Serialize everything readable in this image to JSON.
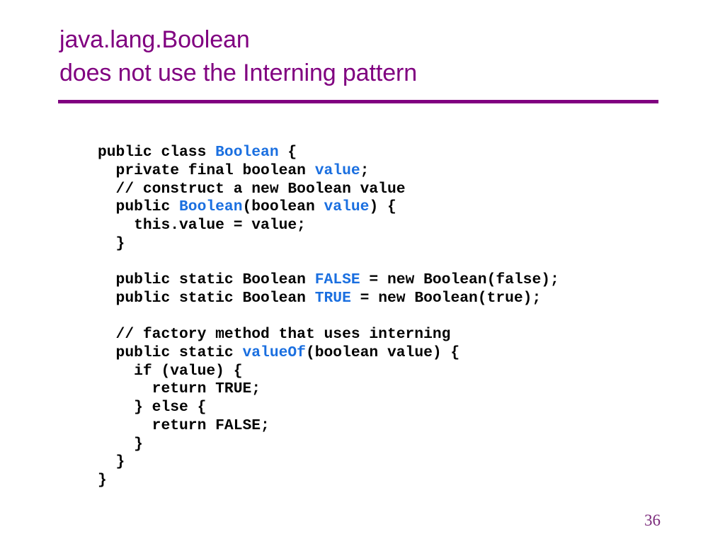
{
  "slide": {
    "background_color": "#ffffff",
    "accent_color": "#800080",
    "keyword_color": "#1a6fe0",
    "text_color": "#000000",
    "page_number": "36",
    "title": {
      "line1": "java.lang.Boolean",
      "line2": "does not use the Interning pattern"
    },
    "code": {
      "language": "java",
      "lines": [
        {
          "tokens": [
            {
              "t": "public class ",
              "c": "plain"
            },
            {
              "t": "Boolean",
              "c": "kw"
            },
            {
              "t": " {",
              "c": "plain"
            }
          ]
        },
        {
          "tokens": [
            {
              "t": "  private final boolean ",
              "c": "plain"
            },
            {
              "t": "value",
              "c": "kw"
            },
            {
              "t": ";",
              "c": "plain"
            }
          ]
        },
        {
          "tokens": [
            {
              "t": "  // construct a new Boolean value",
              "c": "plain"
            }
          ]
        },
        {
          "tokens": [
            {
              "t": "  public ",
              "c": "plain"
            },
            {
              "t": "Boolean",
              "c": "kw"
            },
            {
              "t": "(boolean ",
              "c": "plain"
            },
            {
              "t": "value",
              "c": "kw"
            },
            {
              "t": ") {",
              "c": "plain"
            }
          ]
        },
        {
          "tokens": [
            {
              "t": "    this.value = value;",
              "c": "plain"
            }
          ]
        },
        {
          "tokens": [
            {
              "t": "  }",
              "c": "plain"
            }
          ]
        },
        {
          "tokens": [
            {
              "t": "",
              "c": "plain"
            }
          ]
        },
        {
          "tokens": [
            {
              "t": "  public static Boolean ",
              "c": "plain"
            },
            {
              "t": "FALSE",
              "c": "kw"
            },
            {
              "t": " = new Boolean(false);",
              "c": "plain"
            }
          ]
        },
        {
          "tokens": [
            {
              "t": "  public static Boolean ",
              "c": "plain"
            },
            {
              "t": "TRUE",
              "c": "kw"
            },
            {
              "t": " = new Boolean(true);",
              "c": "plain"
            }
          ]
        },
        {
          "tokens": [
            {
              "t": "",
              "c": "plain"
            }
          ]
        },
        {
          "tokens": [
            {
              "t": "  // factory method that uses interning",
              "c": "plain"
            }
          ]
        },
        {
          "tokens": [
            {
              "t": "  public static ",
              "c": "plain"
            },
            {
              "t": "valueOf",
              "c": "kw"
            },
            {
              "t": "(boolean value) {",
              "c": "plain"
            }
          ]
        },
        {
          "tokens": [
            {
              "t": "    if (value) {",
              "c": "plain"
            }
          ]
        },
        {
          "tokens": [
            {
              "t": "      return TRUE;",
              "c": "plain"
            }
          ]
        },
        {
          "tokens": [
            {
              "t": "    } else {",
              "c": "plain"
            }
          ]
        },
        {
          "tokens": [
            {
              "t": "      return FALSE;",
              "c": "plain"
            }
          ]
        },
        {
          "tokens": [
            {
              "t": "    }",
              "c": "plain"
            }
          ]
        },
        {
          "tokens": [
            {
              "t": "  }",
              "c": "plain"
            }
          ]
        },
        {
          "tokens": [
            {
              "t": "}",
              "c": "plain"
            }
          ]
        }
      ]
    }
  }
}
